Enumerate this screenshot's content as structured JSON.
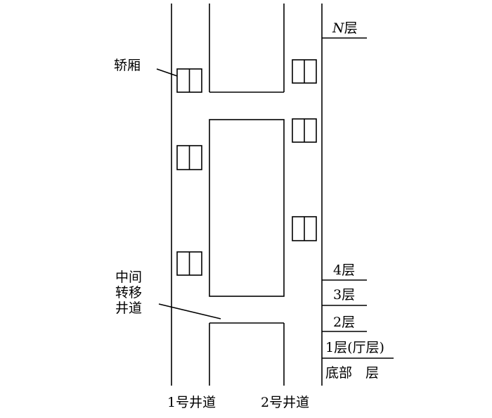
{
  "labels": {
    "car": "轿厢",
    "transfer_line1": "中间",
    "transfer_line2": "转移",
    "transfer_line3": "井道",
    "shaft1": "1号井道",
    "shaft2": "2号井道"
  },
  "floors": {
    "top_var": "N",
    "top_suffix": "层",
    "f4": "4层",
    "f3": "3层",
    "f2": "2层",
    "f1": "1层(厅层)",
    "bottom": "底部　层"
  }
}
